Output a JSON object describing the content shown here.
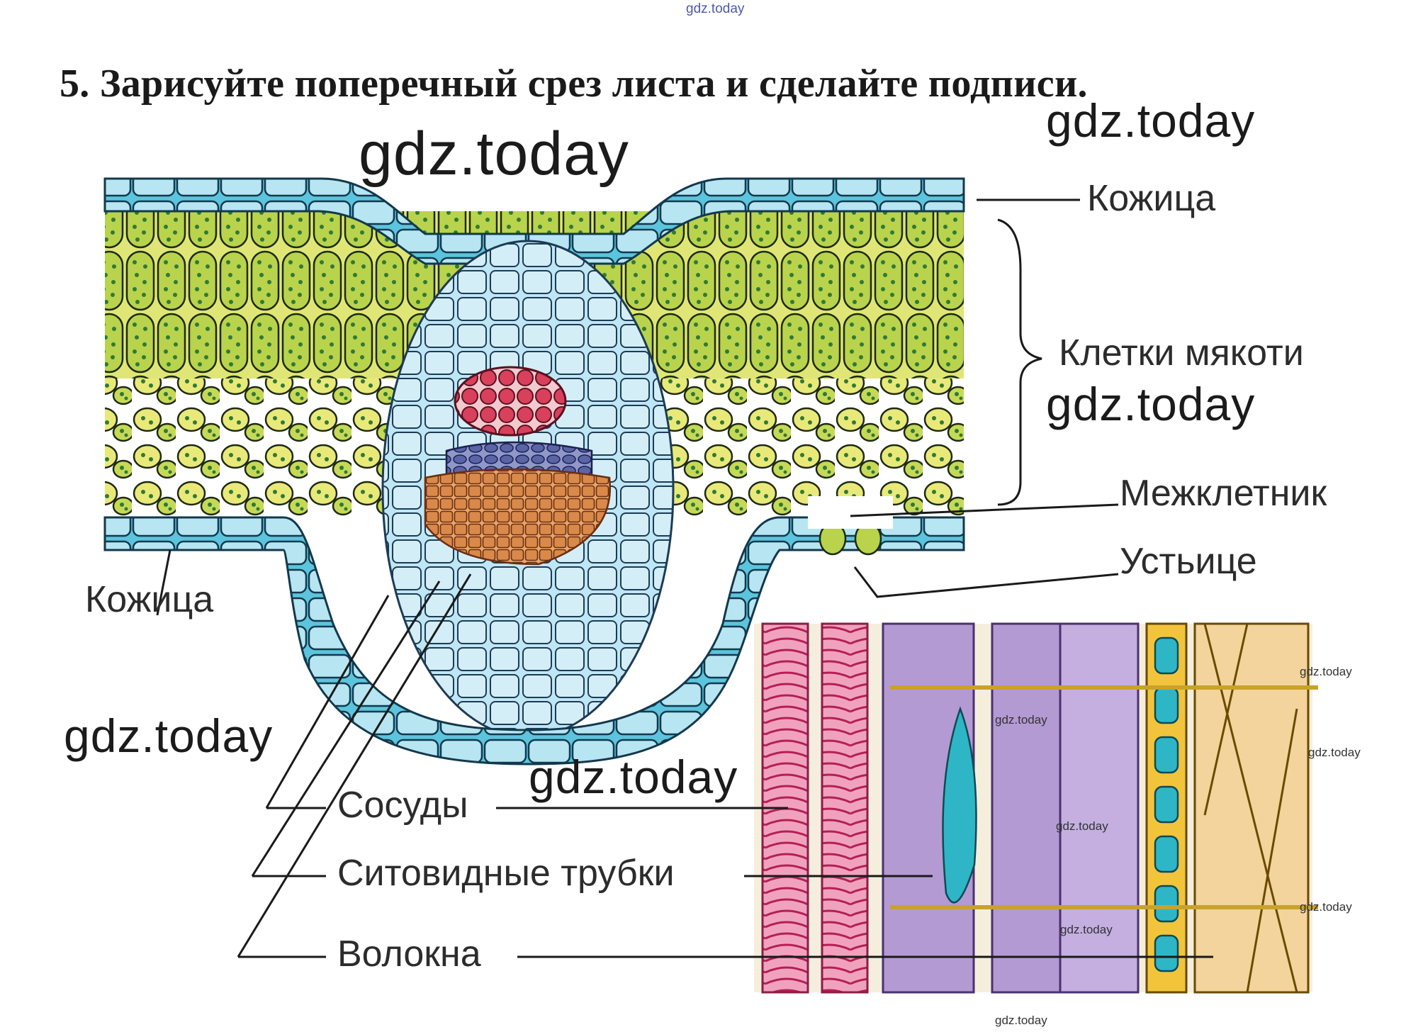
{
  "heading": "5. Зарисуйте поперечный срез листа и сделайте подписи.",
  "watermarks": {
    "top": "gdz.today",
    "big_center": "gdz.today",
    "right_upper": "gdz.today",
    "right_middle": "gdz.today",
    "left_lower": "gdz.today",
    "center_lower": "gdz.today",
    "panel_1": "gdz.today",
    "panel_2": "gdz.today",
    "panel_3": "gdz.today",
    "panel_4": "gdz.today",
    "panel_5": "gdz.today",
    "panel_6": "gdz.today",
    "panel_7": "gdz.today"
  },
  "labels": {
    "epidermis_upper": "Кожица",
    "mesophyll": "Клетки мякоти",
    "intercellular_space": "Межклетник",
    "stoma": "Устьице",
    "epidermis_lower": "Кожица",
    "vessels": "Сосуды",
    "sieve_tubes": "Ситовидные трубки",
    "fibers": "Волокна"
  },
  "colors": {
    "epidermis": "#5cc4dc",
    "mesophyll_green": "#b7d14a",
    "mesophyll_yellow": "#ecec7a",
    "chloroplast": "#2f7a36",
    "vein_tissue": "#bfe6f4",
    "xylem_red": "#d8405c",
    "phloem_blue": "#5b64a6",
    "fibers_orange": "#d98a4a",
    "panel_pink": "#e2749a",
    "panel_purple": "#b49ad2",
    "panel_yellow": "#f2c43c",
    "panel_teal": "#2fb6c6",
    "panel_tan": "#f2d49c"
  }
}
